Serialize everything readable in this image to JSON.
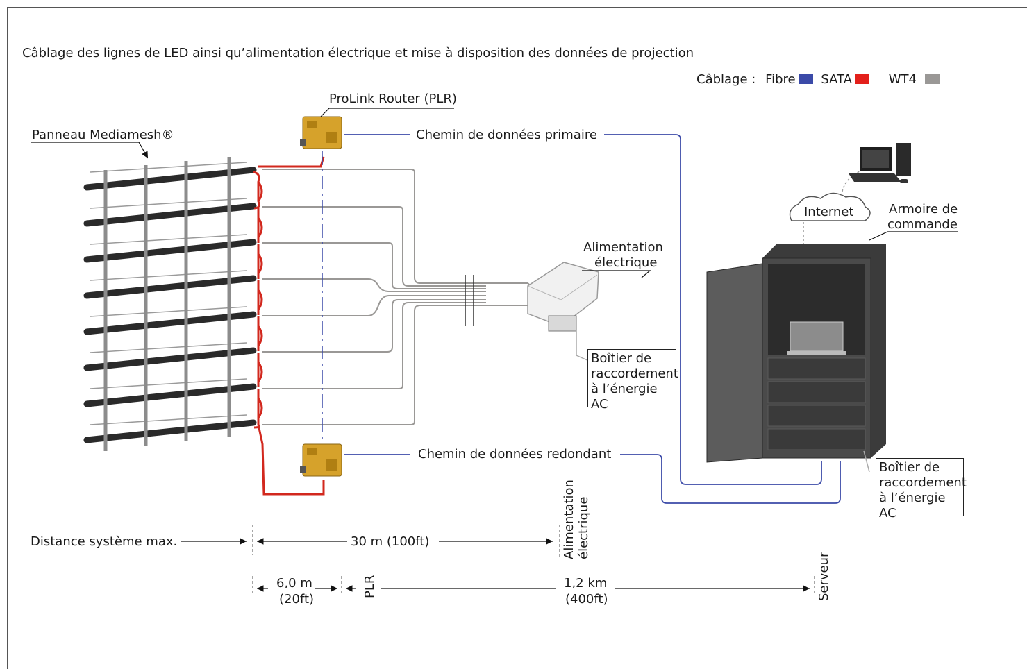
{
  "title": "Câblage des lignes de LED ainsi qu’alimentation électrique et mise à disposition des données de projection",
  "legend": {
    "label": "Câblage :",
    "items": [
      {
        "name": "Fibre",
        "color": "#3b4aa8"
      },
      {
        "name": "SATA",
        "color": "#e3201b"
      },
      {
        "name": "WT4",
        "color": "#9a9896"
      }
    ]
  },
  "labels": {
    "panel": "Panneau Mediamesh®",
    "router": "ProLink Router (PLR)",
    "primary_path": "Chemin de données primaire",
    "redundant_path": "Chemin de données redondant",
    "power_supply_l1": "Alimentation",
    "power_supply_l2": "électrique",
    "ac_box_l1": "Boîtier de",
    "ac_box_l2": "raccordement",
    "ac_box_l3": "à l’énergie AC",
    "internet": "Internet",
    "cabinet_l1": "Armoire de",
    "cabinet_l2": "commande"
  },
  "distances": {
    "system_max": "Distance système max.",
    "d30": "30 m (100ft)",
    "power_v1": "Alimentation",
    "power_v2": "électrique",
    "d6_l1": "6,0 m",
    "d6_l2": "(20ft)",
    "plr": "PLR",
    "d12_l1": "1,2 km",
    "d12_l2": "(400ft)",
    "server": "Serveur"
  }
}
